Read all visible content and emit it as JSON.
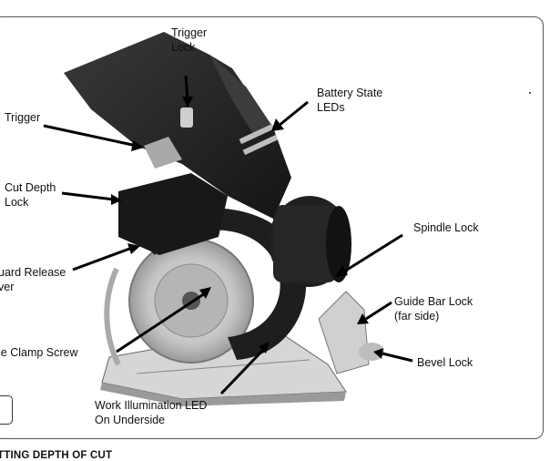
{
  "figure": {
    "labels": {
      "trigger_lock": "Trigger\nLock",
      "battery_state_leds": "Battery State\nLEDs",
      "trigger": "Trigger",
      "cut_depth_lock": "Cut Depth\nLock",
      "spindle_lock": "Spindle Lock",
      "guard_release_lever": "uard Release\nver",
      "guide_bar_lock": "Guide Bar Lock\n(far side)",
      "blade_clamp_screw": "le Clamp Screw",
      "bevel_lock": "Bevel Lock",
      "work_illumination_led": "Work Illumination LED\nOn Underside"
    }
  },
  "section_heading": "TTING DEPTH OF CUT"
}
